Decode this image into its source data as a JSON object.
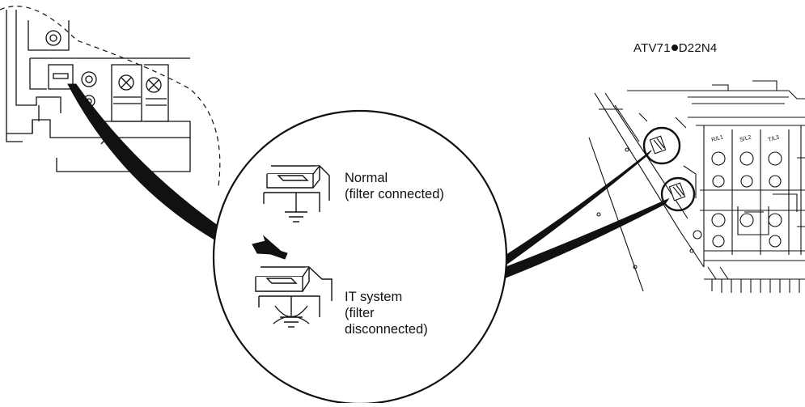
{
  "model": {
    "prefix": "ATV71",
    "suffix": "D22N4"
  },
  "normal": {
    "line1": "Normal",
    "line2": "(filter connected)"
  },
  "it_system": {
    "line1": "IT system",
    "line2": "(filter",
    "line3": "disconnected)"
  },
  "colors": {
    "ink": "#111111",
    "background": "#ffffff"
  },
  "icons": [
    "jumper-normal-icon",
    "ground-icon",
    "push-arrow-icon",
    "jumper-it-icon",
    "ground-crossed-icon"
  ]
}
